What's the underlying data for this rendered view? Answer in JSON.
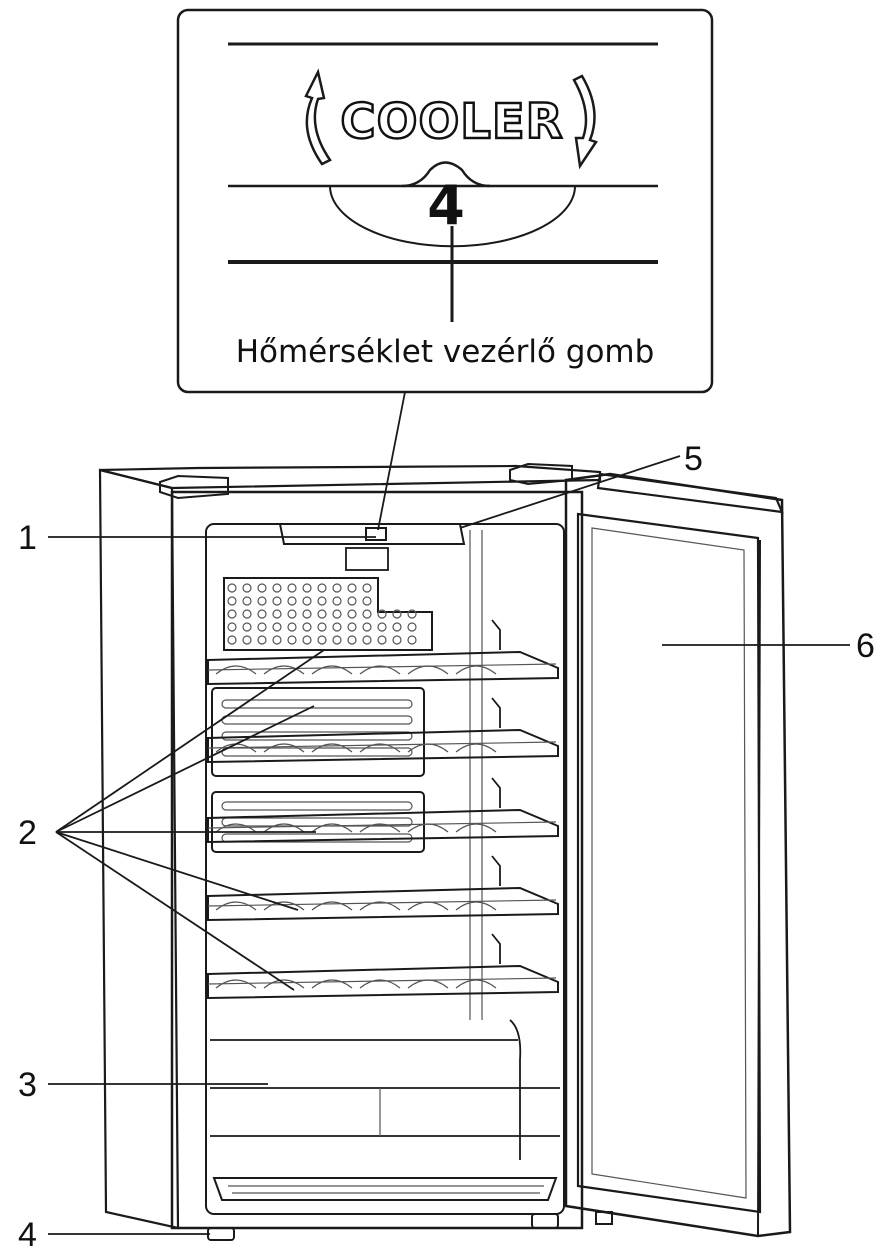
{
  "callout": {
    "dial_word": "COOLER",
    "dial_number": "4",
    "caption": "Hőmérséklet vezérlő gomb"
  },
  "labels": {
    "l1": "1",
    "l2": "2",
    "l3": "3",
    "l4": "4",
    "l5": "5",
    "l6": "6"
  },
  "colors": {
    "line": "#1a1a1a",
    "background": "#ffffff"
  }
}
